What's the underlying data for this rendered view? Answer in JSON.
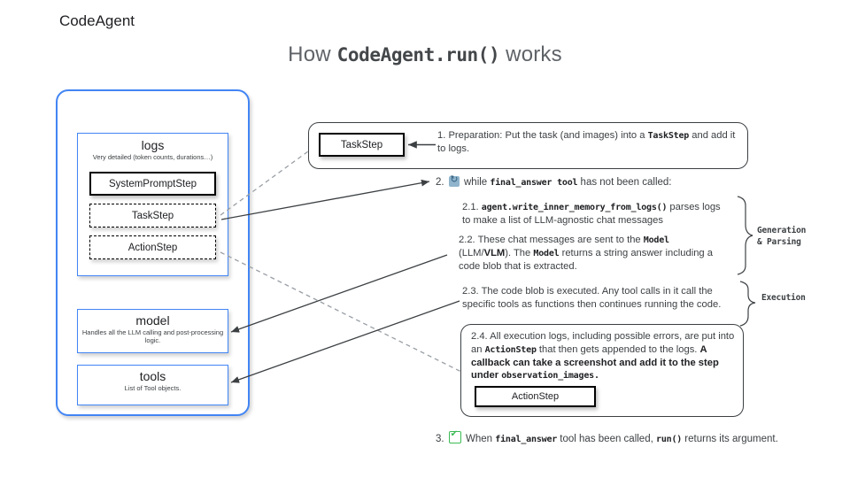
{
  "title": {
    "pre": "How ",
    "code": "CodeAgent.run()",
    "post": " works"
  },
  "agent": {
    "name": "CodeAgent",
    "boxes": [
      {
        "title": "logs",
        "sub": "Very detailed (token counts, durations…)"
      },
      {
        "title": "model",
        "sub": "Handles all the LLM calling and post-processing logic."
      },
      {
        "title": "tools",
        "sub": "List of Tool objects."
      }
    ],
    "steps": [
      {
        "label": "SystemPromptStep",
        "style": "solid"
      },
      {
        "label": "TaskStep",
        "style": "dashed"
      },
      {
        "label": "ActionStep",
        "style": "dashed"
      }
    ]
  },
  "flow": {
    "step1": {
      "chip": "TaskStep",
      "text_a": "1.  Preparation: Put the task (and images) into a ",
      "code_a": "TaskStep",
      "text_b": " and add it to logs."
    },
    "step2": {
      "num": "2.",
      "icon": "loop-icon",
      "text_a": "while ",
      "code_a": "final_answer tool",
      "text_b": " has not been called:"
    },
    "step21": {
      "num": "2.1. ",
      "code_a": "agent.write_inner_memory_from_logs()",
      "text_a": " parses logs to make a list of LLM-agnostic chat messages"
    },
    "step22": {
      "text_a": "2.2. These chat messages are sent to the ",
      "code_a": "Model",
      "text_b": " (LLM/",
      "bold_b": "VLM",
      "text_c": "). The ",
      "code_b": "Model",
      "text_d": " returns a string answer including a code blob that is extracted."
    },
    "step23": {
      "text_a": "2.3. The code blob is executed. Any tool calls in it call the specific tools as functions then continues running the code."
    },
    "step24": {
      "text_a": "2.4. All execution logs, including possible errors, are put into an ",
      "code_a": "ActionStep",
      "text_b": " that then gets appended to the logs. ",
      "bold_b": "A callback can  take a screenshot and add it to the step under ",
      "code_b": "observation_images.",
      "chip": "ActionStep"
    },
    "step3": {
      "num": "3.",
      "icon": "check-icon",
      "text_a": "When ",
      "code_a": "final_answer",
      "text_b": " tool has been called, ",
      "code_b": "run()",
      "text_c": " returns its argument."
    },
    "groups": [
      {
        "line1": "Generation",
        "line2": "& Parsing"
      },
      {
        "line1": "Execution",
        "line2": ""
      }
    ]
  },
  "colors": {
    "accent_blue": "#4285f4",
    "text_gray": "#3c4043",
    "title_gray": "#5f6368",
    "check_green": "#3cba54",
    "loop_blue": "#8fb4cc"
  }
}
